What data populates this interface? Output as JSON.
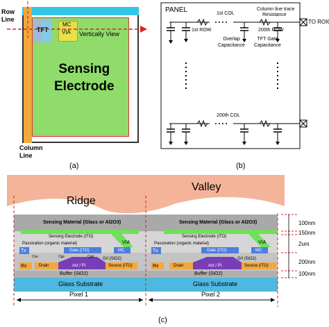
{
  "panel_a": {
    "row_line_label": "Row\nLine",
    "column_line_label": "Column\nLine",
    "tft_label": "TFT",
    "mc_label": "MC",
    "via_label": "VIA",
    "vertical_view_label": "Vertically View",
    "sensing_electrode_label": "Sensing\nElectrode",
    "caption": "(a)"
  },
  "panel_b": {
    "panel_label": "PANEL",
    "first_col": "1st COL",
    "column_line_trace": "Column line trace",
    "resistance": "Resistance",
    "first_row": "1st ROW",
    "row_200": "200th ROW",
    "to_roic": "TO ROIC",
    "overlap_cap": "Overlap\nCapacitance",
    "tft_gate_cap": "TFT Gate\nCapacitance",
    "col_200": "200th COL",
    "caption": "(b)"
  },
  "panel_c": {
    "ridge": "Ridge",
    "valley": "Valley",
    "sensing_material": "Sensing Material (Glass or Al2O3)",
    "sensing_electrode": "Sensing Electrode (ITO)",
    "passivation": "Passivation (organic material)",
    "via": "VIA",
    "tx": "Tx",
    "gate": "Gate (ITO)",
    "mc": "MC",
    "rx": "Rx",
    "drain": "Drain",
    "act_pi": "Act / PI",
    "gi": "G/I (SiO2)",
    "source": "Source (ITO)",
    "c_ov": "Cov",
    "c_gs": "Cgs",
    "c_gd": "Cgd",
    "buffer": "Buffer (SiO2)",
    "glass": "Glass Substrate",
    "dim_100": "100nm",
    "dim_150": "150nm",
    "dim_2um": "2um",
    "dim_200": "200nm",
    "dim_100b": "100nm",
    "pixel1": "Pixel 1",
    "pixel2": "Pixel 2",
    "caption": "(c)"
  },
  "colors": {
    "cyan": "#33c6e8",
    "orange": "#f3a83c",
    "green": "#8fdc6a",
    "red": "#e02020",
    "peach": "#f4b49a",
    "sensing_gray": "#a9a9a9",
    "lightgray": "#d6d6d6",
    "purple": "#7a3db8",
    "blue_gate": "#4f7de0",
    "glass_blue": "#4fb8e0"
  }
}
